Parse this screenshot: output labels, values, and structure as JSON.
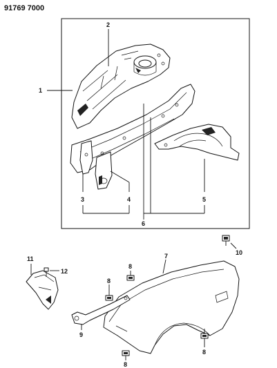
{
  "doc_number": "91769 7000",
  "callouts": {
    "c1": "1",
    "c2": "2",
    "c3": "3",
    "c4": "4",
    "c5": "5",
    "c6": "6",
    "c7": "7",
    "c8a": "8",
    "c8b": "8",
    "c8c": "8",
    "c8d": "8",
    "c9": "9",
    "c10": "10",
    "c11": "11",
    "c12": "12"
  }
}
